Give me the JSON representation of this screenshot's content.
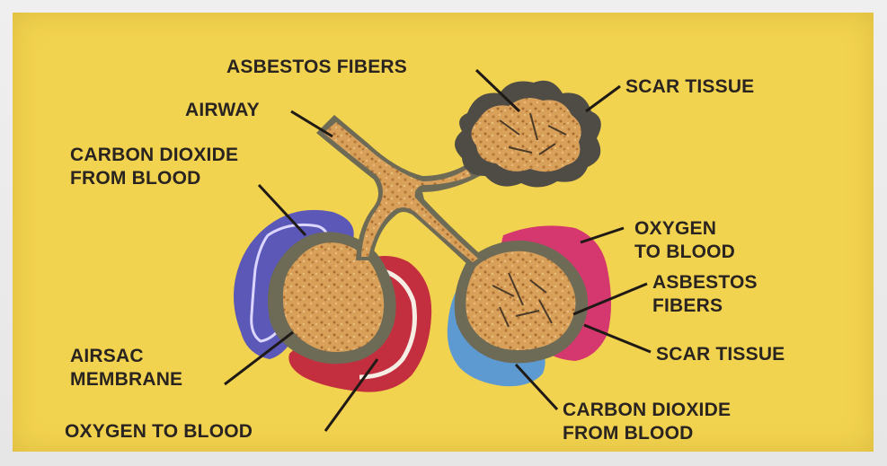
{
  "labels": {
    "asbestos_fibers_top": "ASBESTOS FIBERS",
    "scar_tissue_top": "SCAR TISSUE",
    "airway": "AIRWAY",
    "carbon_dioxide_left": "CARBON DIOXIDE\nFROM BLOOD",
    "oxygen_right": "OXYGEN\nTO BLOOD",
    "asbestos_fibers_right": "ASBESTOS\nFIBERS",
    "scar_tissue_right": "SCAR TISSUE",
    "airsac_membrane": "AIRSAC\nMEMBRANE",
    "carbon_dioxide_bottom": "CARBON DIOXIDE\nFROM BLOOD",
    "oxygen_bottom_left": "OXYGEN TO BLOOD"
  },
  "colors": {
    "background": "#f2d34f",
    "tissue": "#d9a05a",
    "membrane": "#6d6a55",
    "scar": "#4f4b45",
    "co2": "#5b58b8",
    "oxygen": "#c42f3f",
    "oxygen_right": "#d5386f",
    "co2_right": "#5e9ad2",
    "text": "#2a2420"
  }
}
